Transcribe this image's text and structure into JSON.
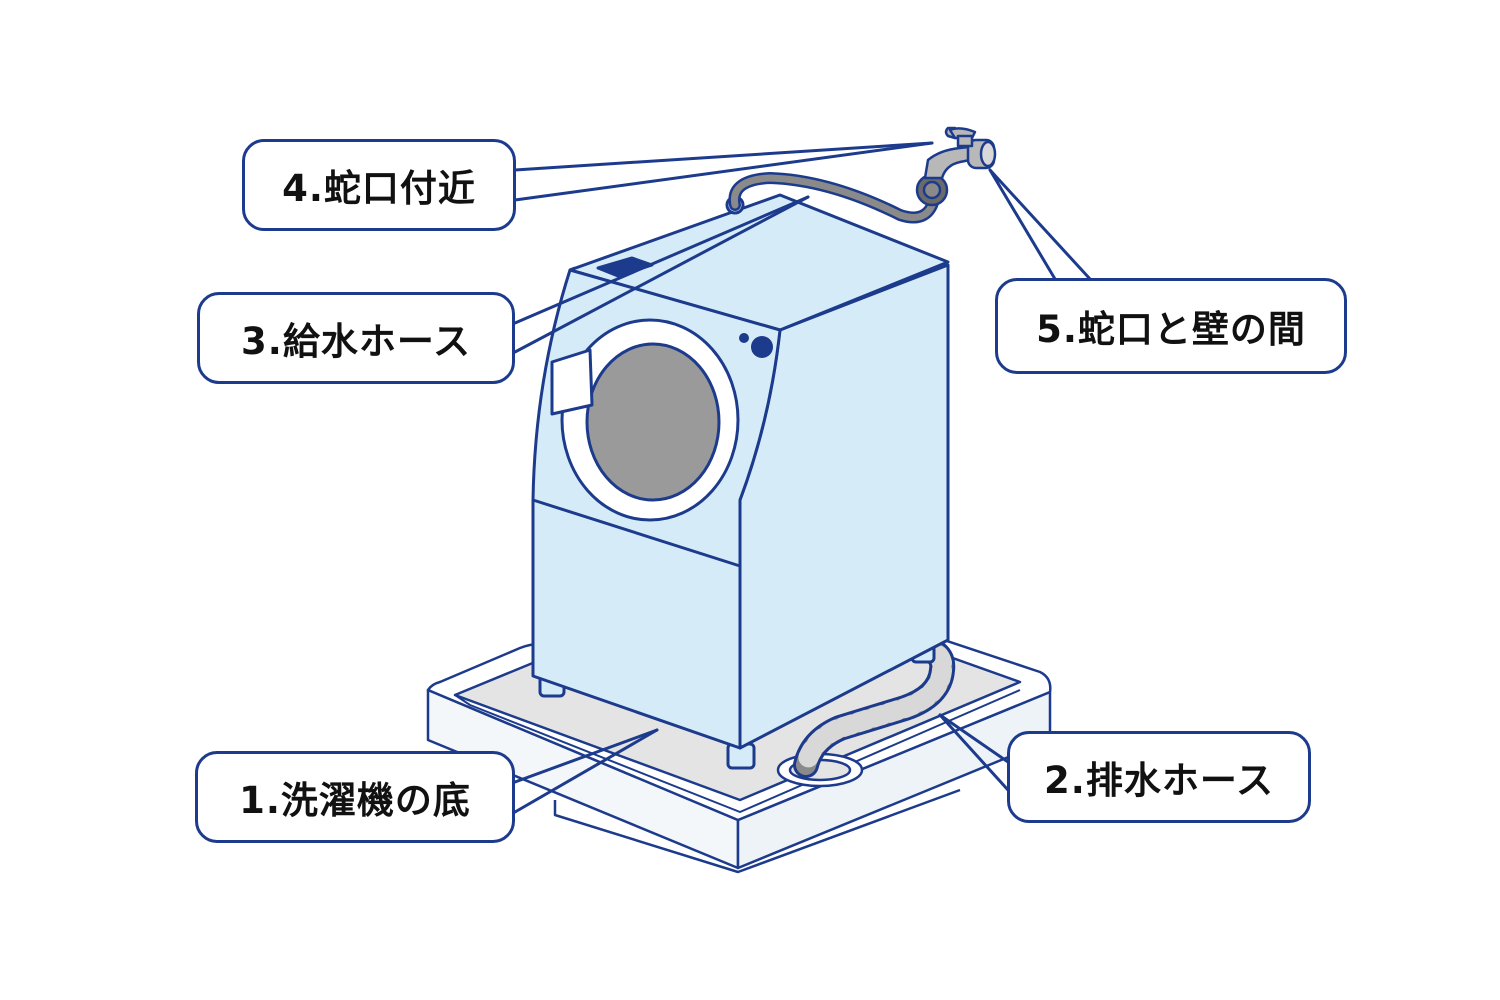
{
  "labels": {
    "bottom": "1.洗濯機の底",
    "drain_hose": "2.排水ホース",
    "supply_hose": "3.給水ホース",
    "faucet_area": "4.蛇口付近",
    "faucet_wall_gap": "5.蛇口と壁の間"
  },
  "colors": {
    "outline": "#1d3b8c",
    "machine_fill": "#d5ecf8",
    "tray_fill": "#e8eef3",
    "tray_floor": "#e4e4e4",
    "drum_fill": "#9a9a9a",
    "hose_fill": "#8a8a8a",
    "text": "#111111"
  },
  "icons": [
    "washing-machine",
    "faucet",
    "drain-hose",
    "supply-hose",
    "waterproof-pan"
  ]
}
